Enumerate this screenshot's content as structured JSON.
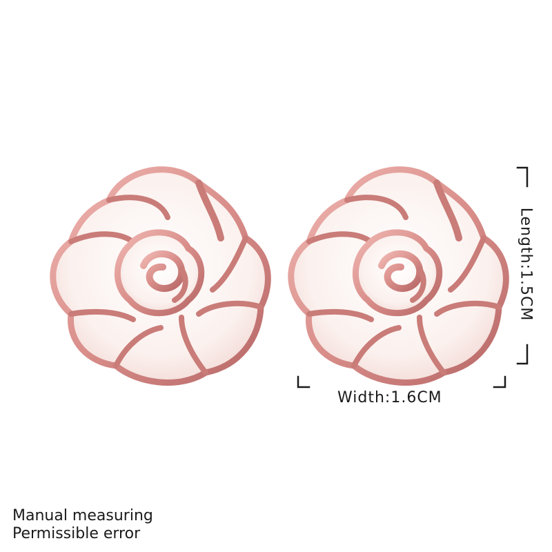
{
  "product": {
    "length_label": "Length:1.5CM",
    "width_label": "Width:1.6CM"
  },
  "note": {
    "line1": "Manual measuring",
    "line2": "Permissible error"
  },
  "colors": {
    "rose_gold": "#d98e8a",
    "rose_gold_dark": "#b66766",
    "enamel": "#fbf1ee",
    "background": "#ffffff"
  }
}
